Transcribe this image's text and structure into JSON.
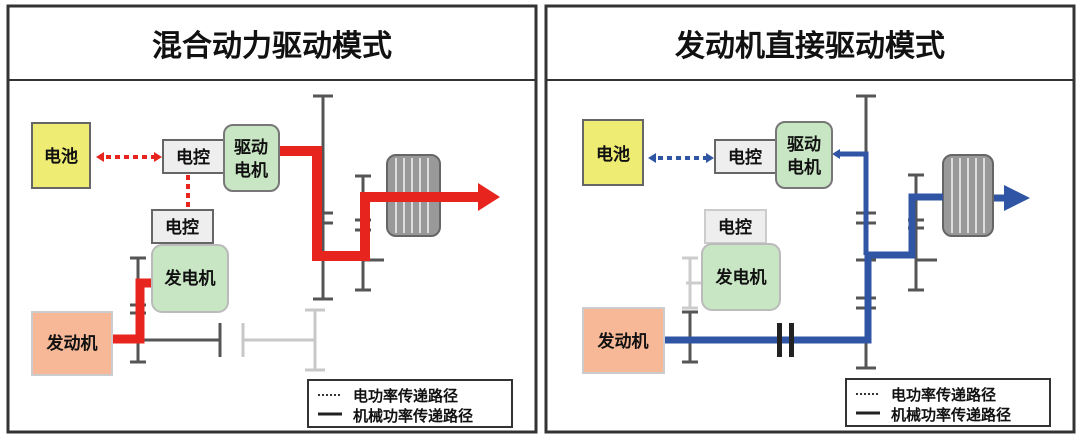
{
  "left": {
    "title": "混合动力驱动模式",
    "battery": "电池",
    "controller_top": "电控",
    "drive_motor_1": "驱动",
    "drive_motor_2": "电机",
    "controller_bottom": "电控",
    "generator": "发电机",
    "engine": "发动机",
    "path_color": "#e8241f"
  },
  "right": {
    "title": "发动机直接驱动模式",
    "battery": "电池",
    "controller_top": "电控",
    "drive_motor_1": "驱动",
    "drive_motor_2": "电机",
    "controller_bottom": "电控",
    "generator": "发电机",
    "engine": "发动机",
    "path_color": "#2f55a4"
  },
  "legend": {
    "electric": "电功率传递路径",
    "mechanical": "机械功率传递路径"
  }
}
